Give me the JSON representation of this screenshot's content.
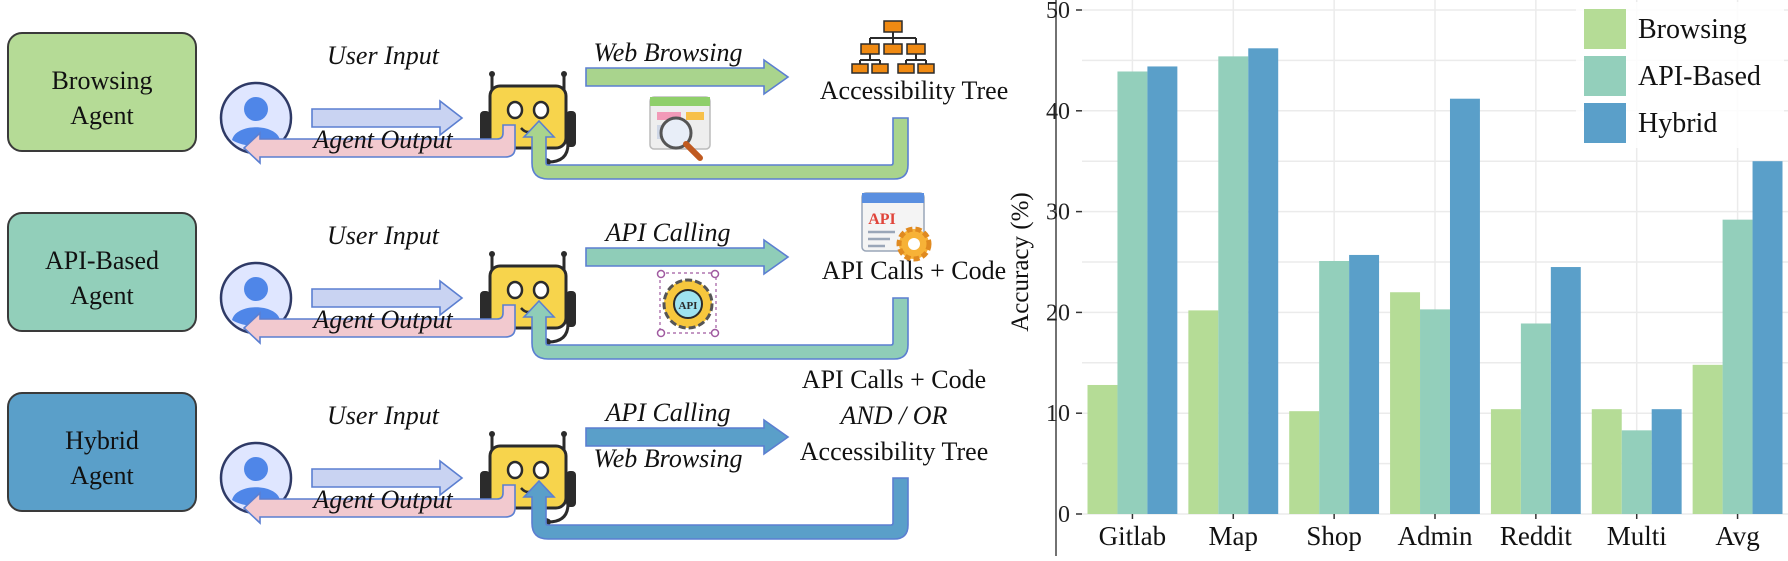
{
  "rows": [
    {
      "agent_label_line1": "Browsing",
      "agent_label_line2": "Agent",
      "user_input": "User Input",
      "agent_output": "Agent Output",
      "action_label_1": "Web Browsing",
      "action_label_2": "",
      "result_line1": "Accessibility Tree",
      "result_line2": "",
      "result_line3": "",
      "box_color": "#b5db96",
      "arrow_color": "#a9d48d"
    },
    {
      "agent_label_line1": "API-Based",
      "agent_label_line2": "Agent",
      "user_input": "User Input",
      "agent_output": "Agent Output",
      "action_label_1": "API Calling",
      "action_label_2": "",
      "result_line1": "API Calls + Code",
      "result_line2": "",
      "result_line3": "",
      "box_color": "#92cfba",
      "arrow_color": "#8fcdb8"
    },
    {
      "agent_label_line1": "Hybrid",
      "agent_label_line2": "Agent",
      "user_input": "User Input",
      "agent_output": "Agent Output",
      "action_label_1": "API Calling",
      "action_label_2": "Web Browsing",
      "result_line1": "API Calls + Code",
      "result_line2": "AND / OR",
      "result_line3": "Accessibility Tree",
      "box_color": "#5a9fc9",
      "arrow_color": "#5a9fc9"
    }
  ],
  "icons": {
    "user": "user-avatar-icon",
    "robot": "robot-headset-icon",
    "tree": "accessibility-tree-icon",
    "browser": "browser-search-icon",
    "api_doc": "api-document-icon",
    "api_gear": "api-gear-icon"
  },
  "colors": {
    "input_arrow": "#c9d3f2",
    "output_arrow": "#f2c9cf",
    "arrow_outline": "#5b7fd1",
    "robot_face": "#f7d44c",
    "user_circle": "#dfe6ff",
    "user_figure": "#4f86e8"
  },
  "chart_data": {
    "type": "bar",
    "categories": [
      "Gitlab",
      "Map",
      "Shop",
      "Admin",
      "Reddit",
      "Multi",
      "Avg"
    ],
    "series": [
      {
        "name": "Browsing",
        "color": "#b5dc96",
        "values": [
          12.8,
          20.2,
          10.2,
          22.0,
          10.4,
          10.4,
          14.8
        ]
      },
      {
        "name": "API-Based",
        "color": "#93cfbb",
        "values": [
          43.9,
          45.4,
          25.1,
          20.3,
          18.9,
          8.3,
          29.2
        ]
      },
      {
        "name": "Hybrid",
        "color": "#5a9fc9",
        "values": [
          44.4,
          46.2,
          25.7,
          41.2,
          24.5,
          10.4,
          35.0
        ]
      }
    ],
    "ylabel": "Accuracy (%)",
    "yticks": [
      0,
      10,
      20,
      30,
      40,
      50
    ],
    "ylim": [
      0,
      50
    ],
    "grid": true,
    "legend_position": "top-right"
  }
}
